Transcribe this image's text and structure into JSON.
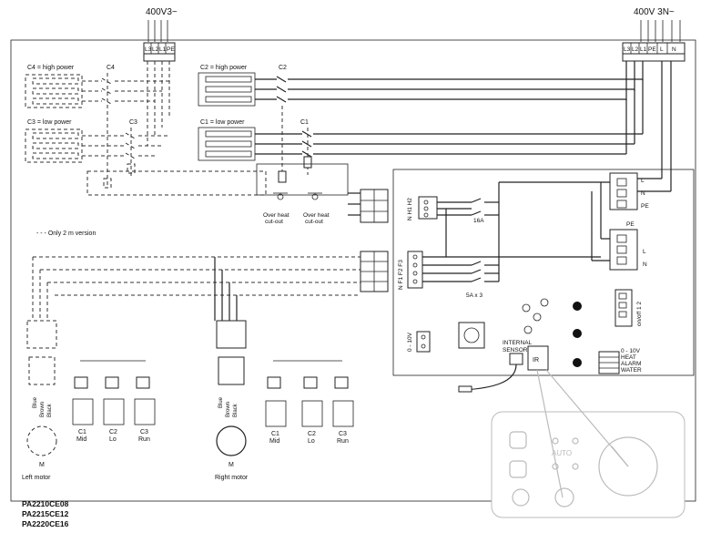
{
  "supply": {
    "left": "400V3~",
    "right": "400V 3N~"
  },
  "terminals_left": [
    "L3",
    "L2",
    "L1",
    "PE"
  ],
  "terminals_right": [
    "L3",
    "L2",
    "L1",
    "PE",
    "L",
    "N"
  ],
  "contactors": {
    "c4_desc": "C4 = high power",
    "c4": "C4",
    "c3_desc": "C3 = low power",
    "c3": "C3",
    "c2_desc": "C2 = high power",
    "c2": "C2",
    "c1_desc": "C1 = low power",
    "c1": "C1"
  },
  "overheat": [
    "Over heat",
    "cut-out",
    "Over heat",
    "cut-out"
  ],
  "legend_2m": "- - - Only 2 m version",
  "board": {
    "h1h2": "N H1 H2",
    "nf123": "N F1 F2 F3",
    "fuse16a": "16A",
    "fuse5a": "5A x 3",
    "pe": "PE",
    "l": "L",
    "n": "N",
    "onoff": "on/off 1 2",
    "zero10v_left": "0 - 10V",
    "internal_sensor": "INTERNAL SENSOR",
    "ir": "IR",
    "right_labels": [
      "0 - 10V",
      "HEAT",
      "ALARM",
      "WATER"
    ]
  },
  "motors": {
    "wire_colors": [
      "Blue",
      "Brown",
      "Black"
    ],
    "speeds": [
      {
        "c": "C1",
        "name": "Mid"
      },
      {
        "c": "C2",
        "name": "Lo"
      },
      {
        "c": "C3",
        "name": "Run"
      }
    ],
    "m": "M",
    "left": "Left motor",
    "right": "Right motor"
  },
  "panel": {
    "auto": "AUTO"
  },
  "models": [
    "PA2210CE08",
    "PA2215CE12",
    "PA2220CE16"
  ]
}
